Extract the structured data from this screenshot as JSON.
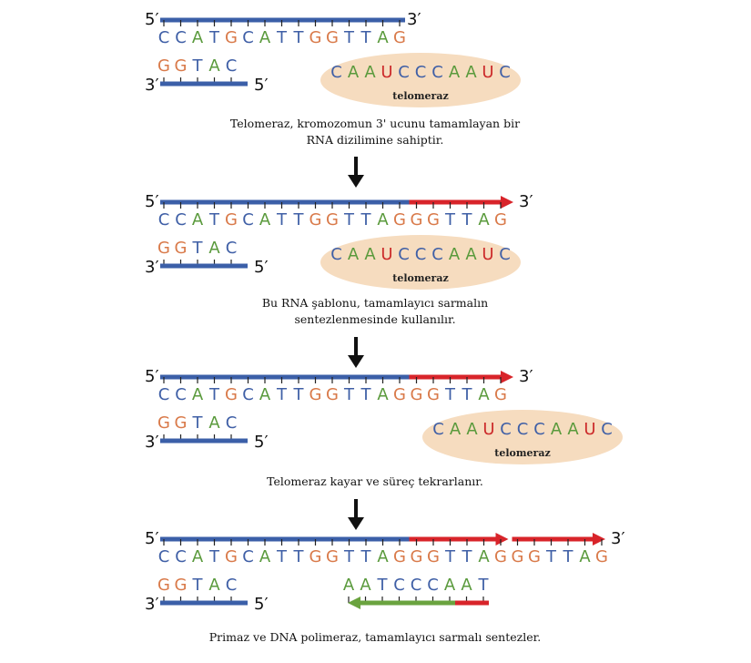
{
  "labels": {
    "five_prime": "5′",
    "three_prime": "3′",
    "enzyme": "telomeraz"
  },
  "colors": {
    "A": "#5a9a3c",
    "C": "#3f5fa6",
    "G": "#d97a4a",
    "T": "#3f5fa6",
    "U": "#cc2b2b",
    "strand_blue": "#3b5fa8",
    "strand_red": "#d8242a",
    "strand_green": "#6aa33f",
    "ellipse": "#f6dcbf",
    "arrow": "#111111"
  },
  "panels": [
    {
      "top_seq": "CCATGCATTGGTTAG",
      "bottom_seq": "GGTAC",
      "rna_seq": "CAAUCCCAAUC",
      "caption": [
        "Telomeraz, kromozomun 3' ucunu tamamlayan bir",
        "RNA dizilimine sahiptir."
      ]
    },
    {
      "top_seq": "CCATGCATTGGTTAGGGTTAG",
      "bottom_seq": "GGTAC",
      "rna_seq": "CAAUCCCAAUC",
      "caption": [
        "Bu RNA şablonu, tamamlayıcı sarmalın",
        "sentezlenmesinde kullanılır."
      ]
    },
    {
      "top_seq": "CCATGCATTGGTTAGGGTTAG",
      "bottom_seq": "GGTAC",
      "rna_seq": "CAAUCCCAAUC",
      "caption": [
        "Telomeraz kayar ve süreç tekrarlanır."
      ]
    },
    {
      "top_seq": "CCATGCATTGGTTAGGGTTAGGGTTAG",
      "bottom_seq": "GGTAC",
      "new_bottom_seq": "AATCCCAAT",
      "caption": [
        "Primaz ve DNA polimeraz, tamamlayıcı sarmalı sentezler."
      ]
    }
  ]
}
